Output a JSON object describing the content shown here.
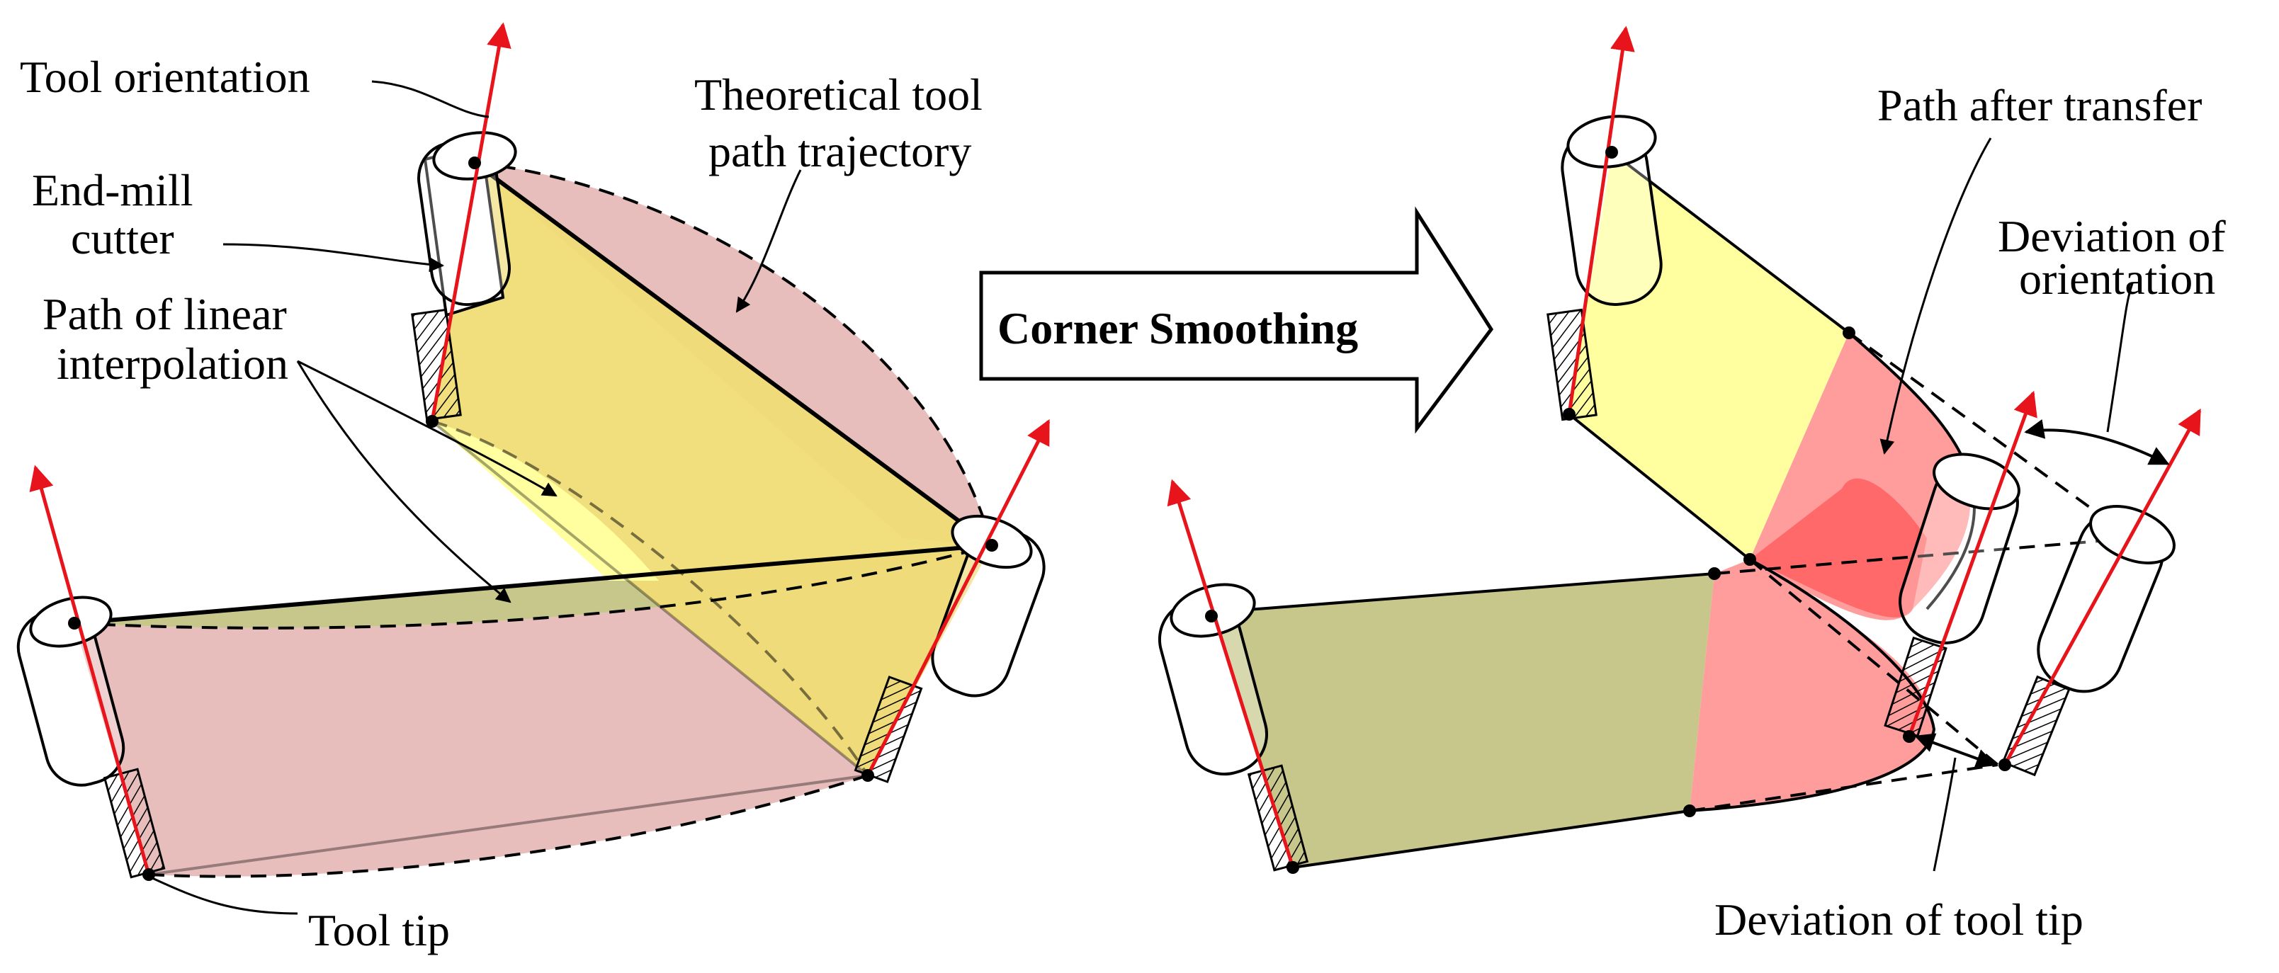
{
  "left_panel": {
    "tool_orientation": "Tool orientation",
    "endmill_line1": "End-mill",
    "endmill_line2": "cutter",
    "theoretical_line1": "Theoretical tool",
    "theoretical_line2": "path trajectory",
    "linear_line1": "Path of linear",
    "linear_line2": "interpolation",
    "tool_tip": "Tool tip"
  },
  "center_arrow": {
    "label": "Corner Smoothing"
  },
  "right_panel": {
    "path_after_transfer": "Path after transfer",
    "dev_orientation_line1": "Deviation of",
    "dev_orientation_line2": "orientation",
    "dev_tool_tip": "Deviation of tool tip"
  },
  "colors": {
    "yellow_face": "#f0dc76",
    "light_yellow": "#ffffa0",
    "pink_face": "#e3b3b0",
    "olive_face": "#c7c78c",
    "red_face": "#ff9c9c",
    "axis_red": "#e8141b"
  }
}
